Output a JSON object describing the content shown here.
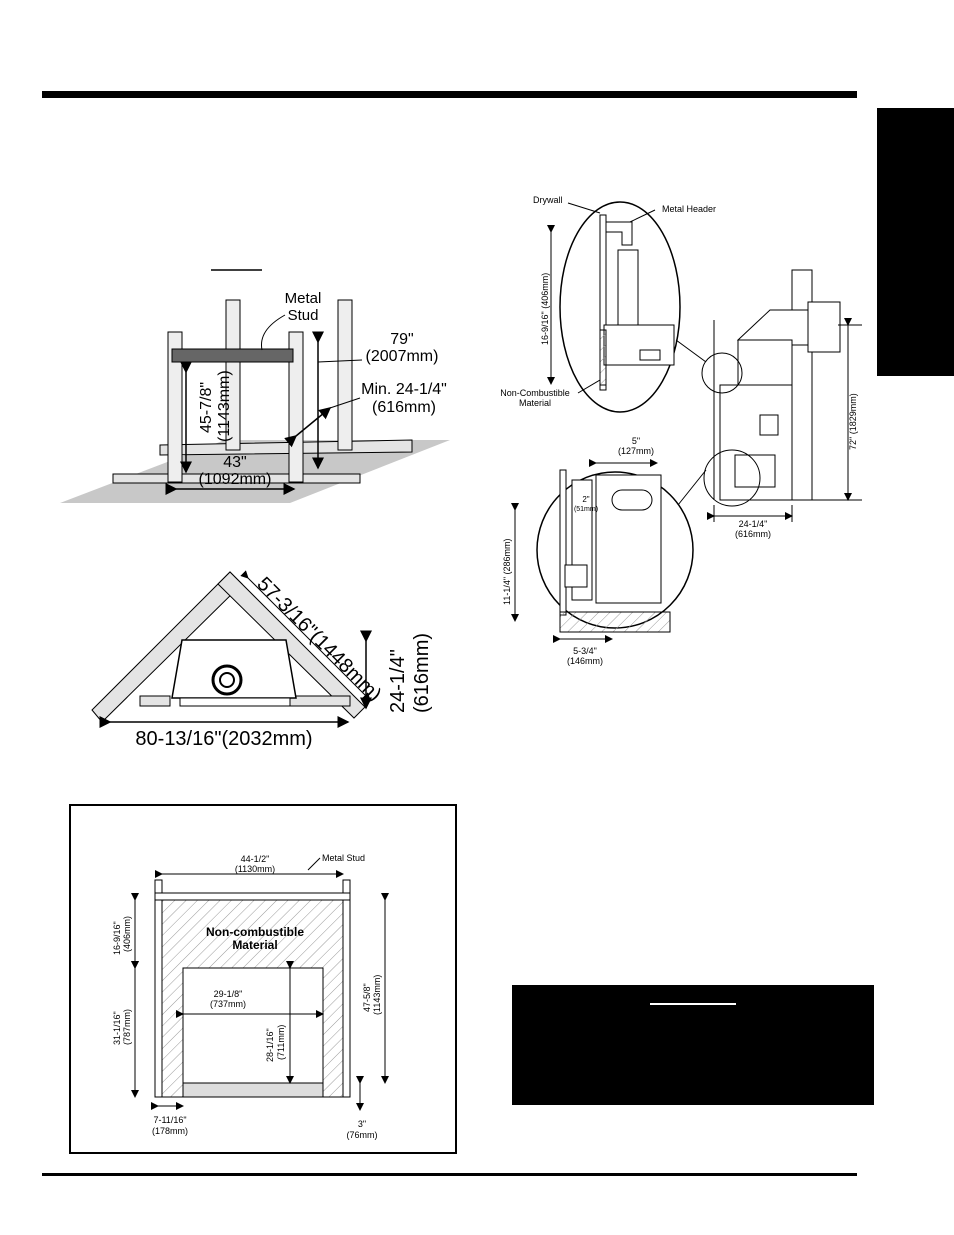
{
  "frame_diagram": {
    "metal_stud": [
      "Metal",
      "Stud"
    ],
    "height_79": [
      "79\"",
      "(2007mm)"
    ],
    "min_depth": [
      "Min. 24-1/4\"",
      "(616mm)"
    ],
    "height_45": [
      "45-7/8\"",
      "(1143mm)"
    ],
    "width_43": [
      "43\"",
      "(1092mm)"
    ]
  },
  "corner_diagram": {
    "diagonal": "57-3/16\"(1448mm)",
    "depth": [
      "24-1/4\"",
      "(616mm)"
    ],
    "width": "80-13/16\"(2032mm)"
  },
  "side_view": {
    "drywall": "Drywall",
    "metal_header": "Metal Header",
    "dim_16": "16-9/16\" (406mm)",
    "non_combustible": [
      "Non-Combustible",
      "Material"
    ],
    "dim_72": "72\" (1829mm)",
    "dim_24": [
      "24-1/4\"",
      "(616mm)"
    ],
    "dim_5": [
      "5\"",
      "(127mm)"
    ],
    "dim_2": [
      "2\"",
      "(51mm)"
    ],
    "dim_11": "11-1/4\" (286mm)",
    "dim_534": [
      "5-3/4\"",
      "(146mm)"
    ]
  },
  "front_view": {
    "metal_stud": "Metal Stud",
    "top_width": [
      "44-1/2\"",
      "(1130mm)"
    ],
    "material": [
      "Non-combustible",
      "Material"
    ],
    "left_top": [
      "16-9/16\"",
      "(406mm)"
    ],
    "left_bottom": [
      "31-1/16\"",
      "(787mm)"
    ],
    "opening_width": [
      "29-1/8\"",
      "(737mm)"
    ],
    "opening_height": [
      "28-1/16\"",
      "(711mm)"
    ],
    "right_height": [
      "47-5/8\"",
      "(1143mm)"
    ],
    "bottom_left": [
      "7-11/16\"",
      "(178mm)"
    ],
    "bottom_right": [
      "3\"",
      "(76mm)"
    ]
  }
}
